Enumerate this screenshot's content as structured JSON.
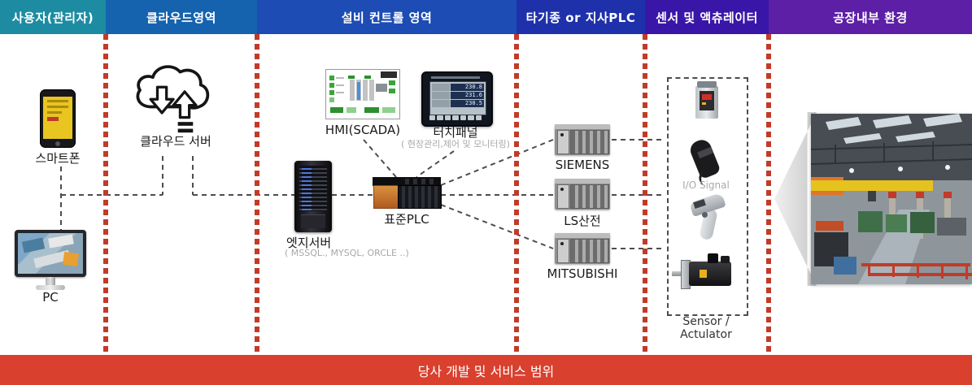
{
  "header": {
    "sections": [
      {
        "label": "사용자(관리자)",
        "color": "#1d8ca3"
      },
      {
        "label": "클라우드영역",
        "color": "#1563ae"
      },
      {
        "label": "설비 컨트롤 영역",
        "color": "#1c4cb4"
      },
      {
        "label": "타기종 or 지사PLC",
        "color": "#1e31ab"
      },
      {
        "label": "센서 및 액츄레이터",
        "color": "#3a16a8"
      },
      {
        "label": "공장내부 환경",
        "color": "#5c1fa6"
      }
    ]
  },
  "footer": {
    "label": "당사 개발 및 서비스 범위",
    "color": "#d9402e"
  },
  "user_zone": {
    "smartphone_label": "스마트폰",
    "pc_label": "PC"
  },
  "cloud_zone": {
    "server_label": "클라우드 서버"
  },
  "control_zone": {
    "hmi_label": "HMI(SCADA)",
    "touch_label": "터치패널",
    "touch_sublabel": "( 현장관리,제어 및 모니터링)",
    "touch_readings": [
      "230.8",
      "231.6",
      "230.5"
    ],
    "edge_label": "엣지서버",
    "edge_sublabel": "( MSSQL., MYSQL, ORCLE ..)",
    "plc_label": "표준PLC"
  },
  "branch_plc_zone": {
    "items": [
      {
        "label": "SIEMENS"
      },
      {
        "label": "LS산전"
      },
      {
        "label": "MITSUBISHI"
      }
    ]
  },
  "sensor_zone": {
    "io_label": "I/O Signal",
    "caption": "Sensor / Actulator"
  },
  "colors": {
    "divider_red": "#c23b28",
    "connection_gray": "#4d4d4d",
    "footer_red": "#d9402e"
  }
}
